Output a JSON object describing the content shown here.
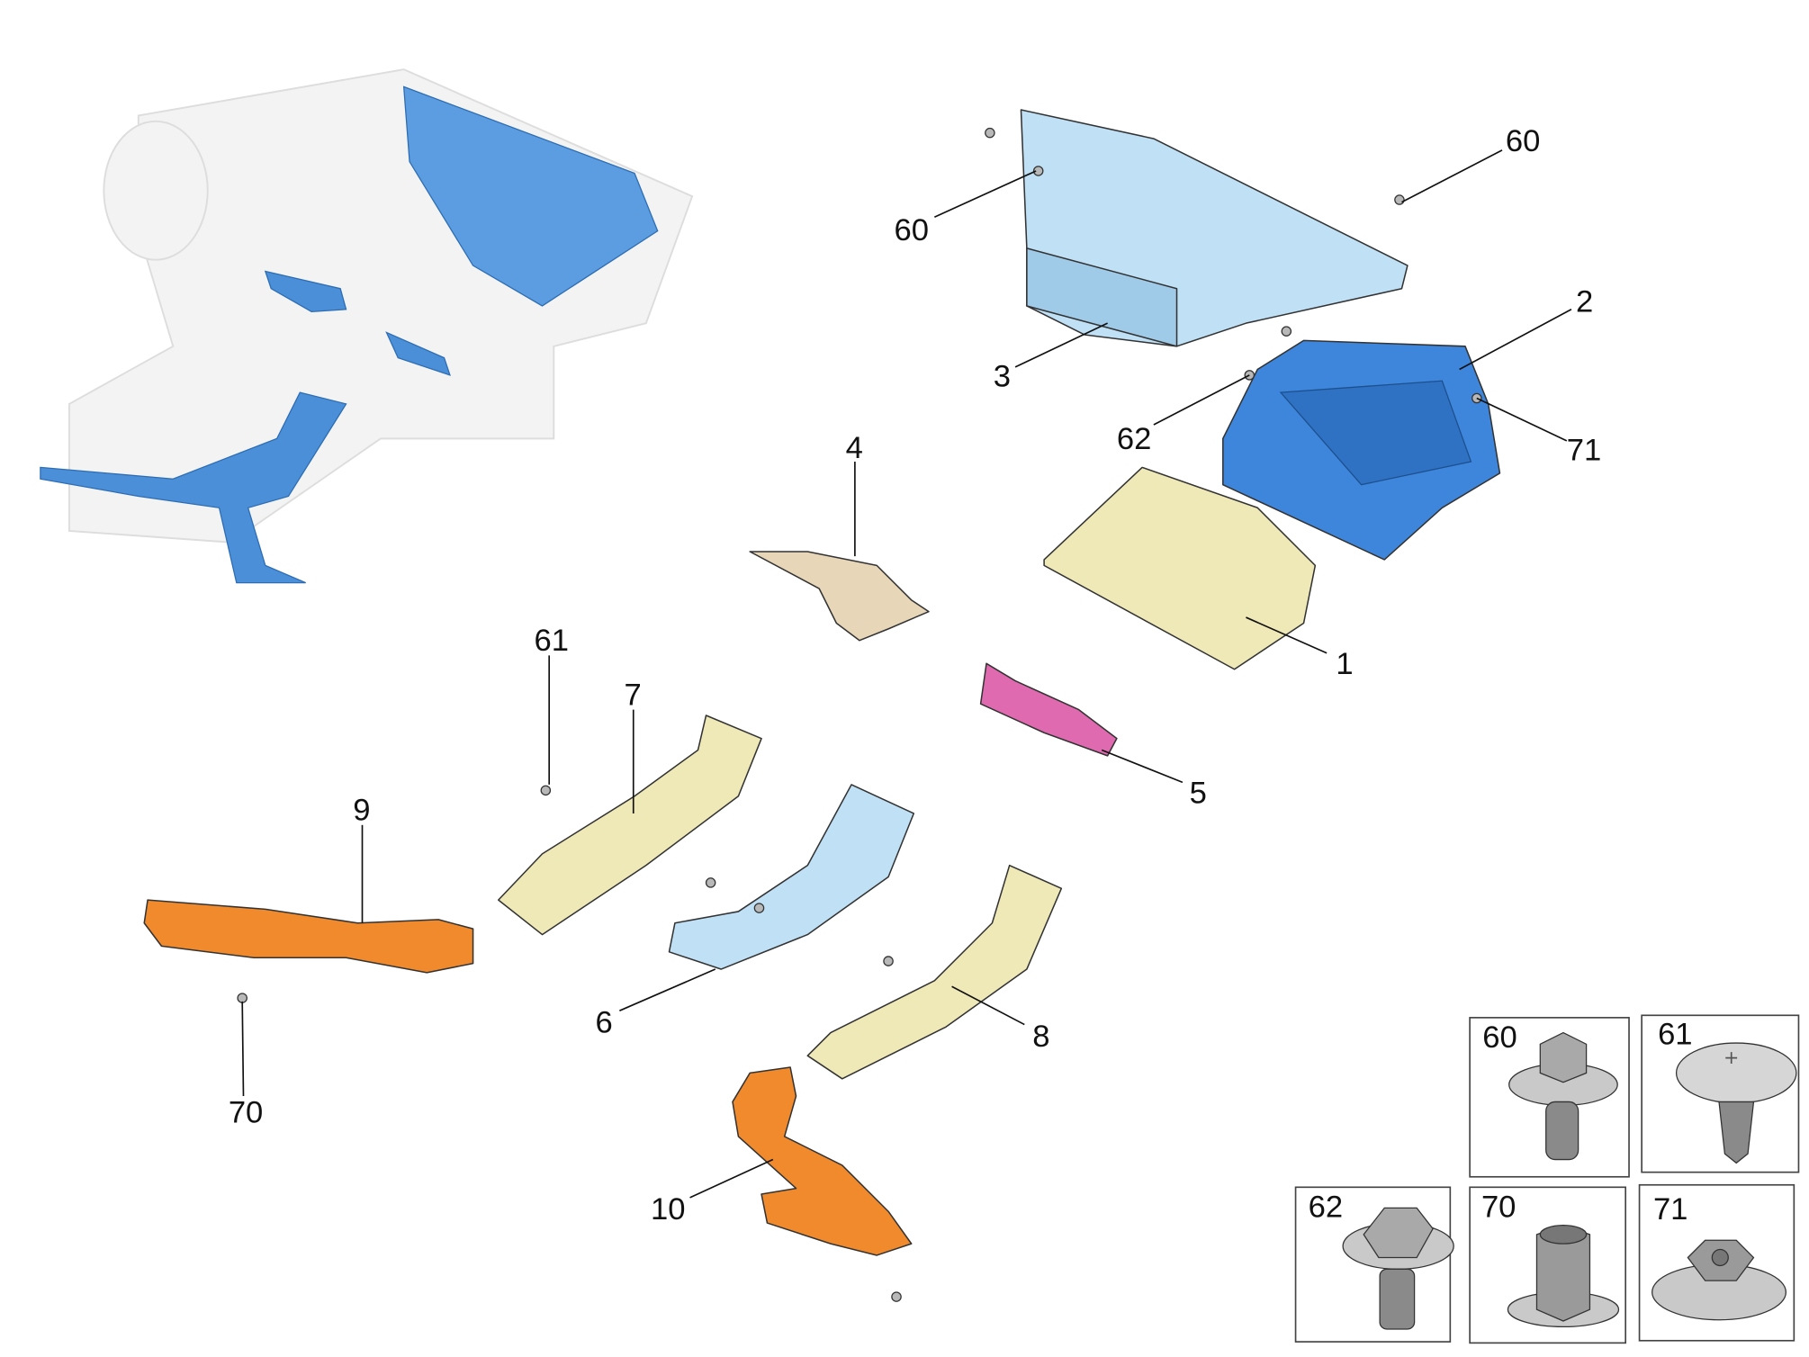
{
  "colors": {
    "blue_part": "#4a8fd8",
    "light_blue_part": "#bfe0f5",
    "cream_part": "#efe9b8",
    "beige_part": "#e7d6b8",
    "pink_part": "#e06ab0",
    "orange_part": "#f08a2c",
    "fastener": "#b8b8b8"
  },
  "callouts": {
    "p60a": "60",
    "p60b": "60",
    "p3": "3",
    "p2": "2",
    "p62": "62",
    "p71": "71",
    "p4": "4",
    "p1": "1",
    "p61": "61",
    "p7": "7",
    "p5": "5",
    "p9": "9",
    "p6": "6",
    "p8": "8",
    "p70": "70",
    "p10": "10"
  },
  "detail_boxes": {
    "b60": "60",
    "b61": "61",
    "b62": "62",
    "b70": "70",
    "b71": "71"
  }
}
